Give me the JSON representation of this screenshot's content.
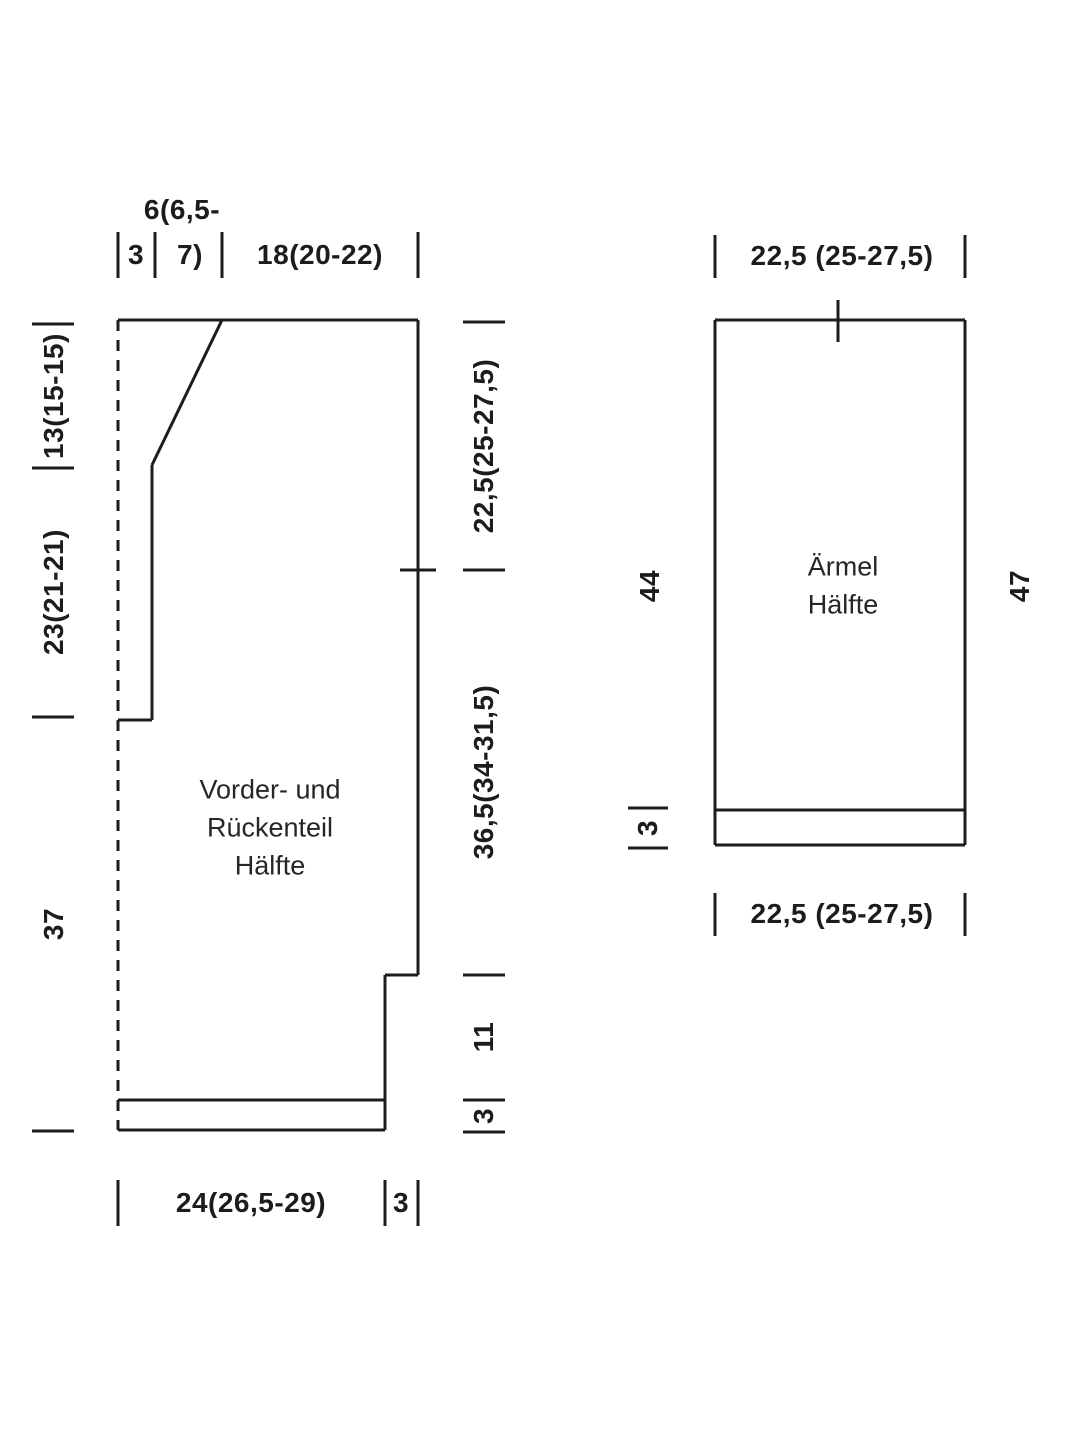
{
  "colors": {
    "ink": "#1c1c1c",
    "bg": "#ffffff"
  },
  "front_back": {
    "name": [
      "Vorder- und",
      "Rückenteil",
      "Hälfte"
    ],
    "top_band": "3",
    "neck_width_line1": "6(6,5-",
    "neck_width_line2": "7)",
    "shoulder_width": "18(20-22)",
    "neck_depth": "13(15-15)",
    "armhole_depth": "23(21-21)",
    "side_length": "37",
    "upper_side": "22,5(25-27,5)",
    "lower_side": "36,5(34-31,5)",
    "slit": "11",
    "rib": "3",
    "bottom_width": "24(26,5-29)",
    "bottom_band": "3"
  },
  "sleeve": {
    "name": [
      "Ärmel",
      "Hälfte"
    ],
    "top_width": "22,5 (25-27,5)",
    "length": "44",
    "total_length": "47",
    "rib": "3",
    "bottom_width": "22,5 (25-27,5)"
  }
}
